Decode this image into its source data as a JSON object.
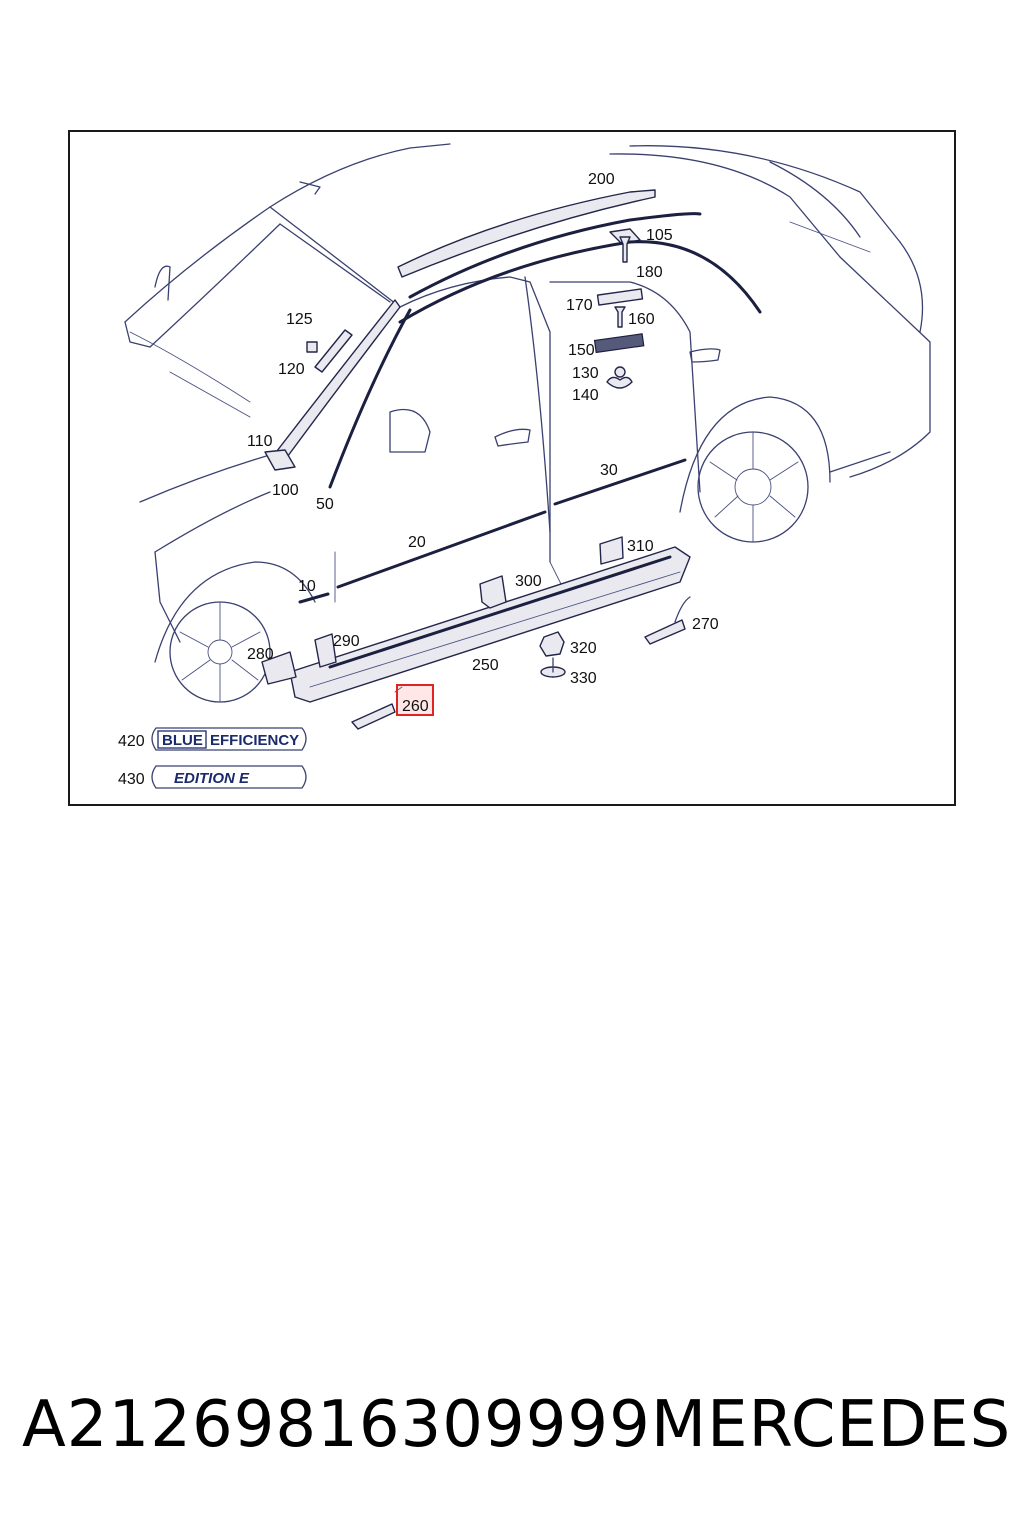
{
  "callouts": [
    {
      "label": "200"
    },
    {
      "label": "105"
    },
    {
      "label": "180"
    },
    {
      "label": "170"
    },
    {
      "label": "160"
    },
    {
      "label": "150"
    },
    {
      "label": "130"
    },
    {
      "label": "140"
    },
    {
      "label": "125"
    },
    {
      "label": "120"
    },
    {
      "label": "110"
    },
    {
      "label": "100"
    },
    {
      "label": "50"
    },
    {
      "label": "30"
    },
    {
      "label": "20"
    },
    {
      "label": "10"
    },
    {
      "label": "310"
    },
    {
      "label": "300"
    },
    {
      "label": "290"
    },
    {
      "label": "280"
    },
    {
      "label": "250"
    },
    {
      "label": "320"
    },
    {
      "label": "330"
    },
    {
      "label": "270"
    },
    {
      "label": "260"
    },
    {
      "label": "420"
    },
    {
      "label": "430"
    }
  ],
  "highlighted_callout": "260",
  "badges": {
    "blue_word": "BLUE",
    "efficiency_word": "EFFICIENCY",
    "edition_word": "EDITION E"
  },
  "caption": {
    "part_number": "A21269816309999",
    "brand": "MERCEDES"
  },
  "colors": {
    "line": "#3a4170",
    "highlight": "#e02424"
  }
}
